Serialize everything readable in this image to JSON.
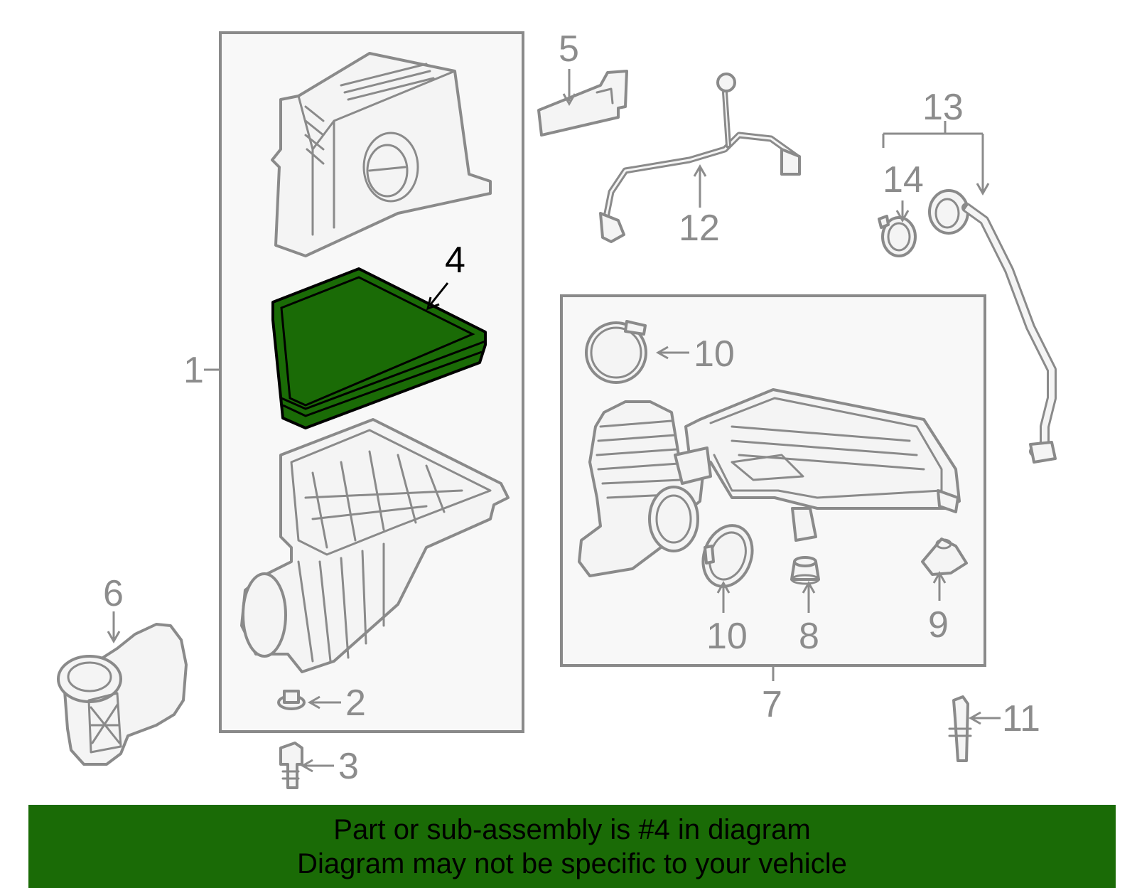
{
  "diagram": {
    "callouts": {
      "c1": "1",
      "c2": "2",
      "c3": "3",
      "c4": "4",
      "c5": "5",
      "c6": "6",
      "c7": "7",
      "c8": "8",
      "c9": "9",
      "c10a": "10",
      "c10b": "10",
      "c11": "11",
      "c12": "12",
      "c13": "13",
      "c14": "14"
    },
    "colors": {
      "highlight_part": "#1a6b06",
      "banner_background": "#1a6b06",
      "line_art": "#8a8a8a",
      "highlight_callout": "#000000"
    }
  },
  "banner": {
    "line1": "Part or sub-assembly is #4 in diagram",
    "line2": "Diagram may not be specific to your vehicle"
  }
}
